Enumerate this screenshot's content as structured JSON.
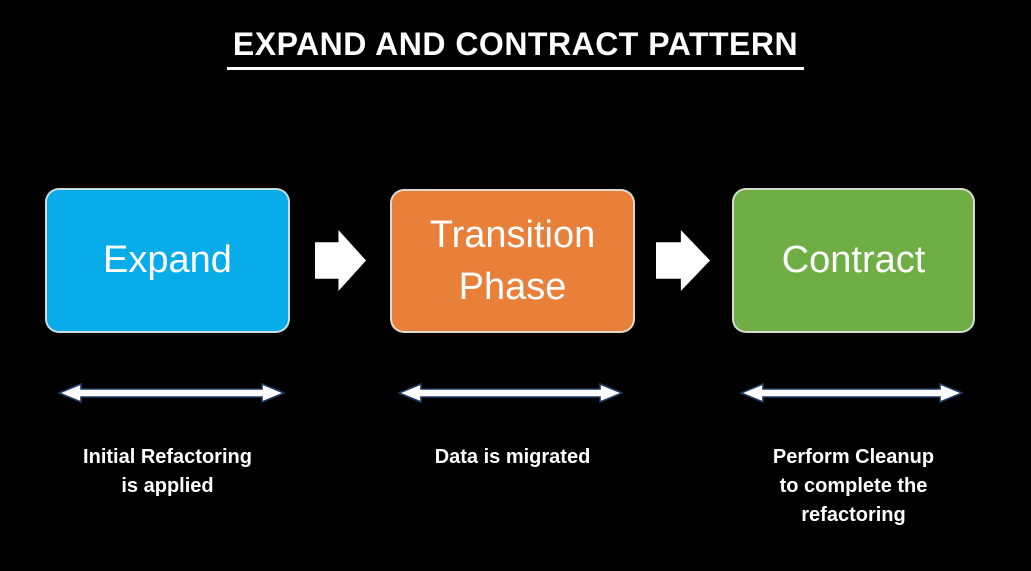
{
  "title": "EXPAND AND CONTRACT PATTERN",
  "stages": [
    {
      "label": "Expand",
      "caption": "Initial Refactoring\nis applied",
      "color": "#07ACE8"
    },
    {
      "label": "Transition\nPhase",
      "caption": "Data is migrated",
      "color": "#E8803A"
    },
    {
      "label": "Contract",
      "caption": "Perform Cleanup\nto complete the\nrefactoring",
      "color": "#6EAE45"
    }
  ],
  "connectors": {
    "flow_arrow_icon": "right-block-arrow",
    "span_arrow_icon": "double-headed-arrow",
    "flow_arrow_fill": "#FFFFFF",
    "span_arrow_fill": "#FFFFFF",
    "span_arrow_outline": "#1F3864"
  },
  "colors": {
    "background": "#000000",
    "title_text": "#FFFFFF",
    "box_border": "#E1E1E1",
    "box_text": "#FFFFFF",
    "caption_text": "#FFFFFF"
  }
}
